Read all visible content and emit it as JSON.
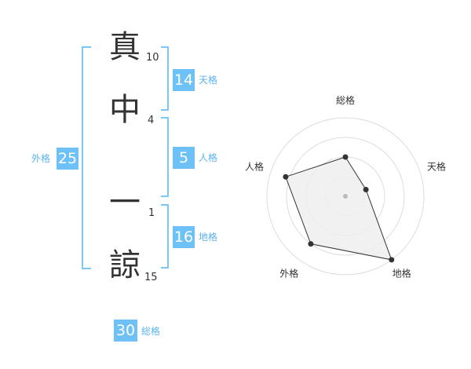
{
  "name": {
    "chars": [
      {
        "char": "真",
        "strokes": "10"
      },
      {
        "char": "中",
        "strokes": "4"
      },
      {
        "char": "一",
        "strokes": "1"
      },
      {
        "char": "諒",
        "strokes": "15"
      }
    ]
  },
  "fortune": {
    "tenkaku": {
      "value": "14",
      "label": "天格"
    },
    "jinkaku": {
      "value": "5",
      "label": "人格"
    },
    "chikaku": {
      "value": "16",
      "label": "地格"
    },
    "gaikaku": {
      "value": "25",
      "label": "外格"
    },
    "soukaku": {
      "value": "30",
      "label": "総格"
    }
  },
  "chart_data": {
    "type": "radar",
    "axes": [
      "総格",
      "天格",
      "地格",
      "外格",
      "人格"
    ],
    "levels": 4,
    "values": [
      2.0,
      1.1,
      4.0,
      3.0,
      3.2
    ],
    "max": 4,
    "colors": {
      "fill": "#eeeeee",
      "line": "#333333",
      "grid": "#dddddd",
      "dot": "#333333",
      "center": "#bbbbbb"
    }
  }
}
